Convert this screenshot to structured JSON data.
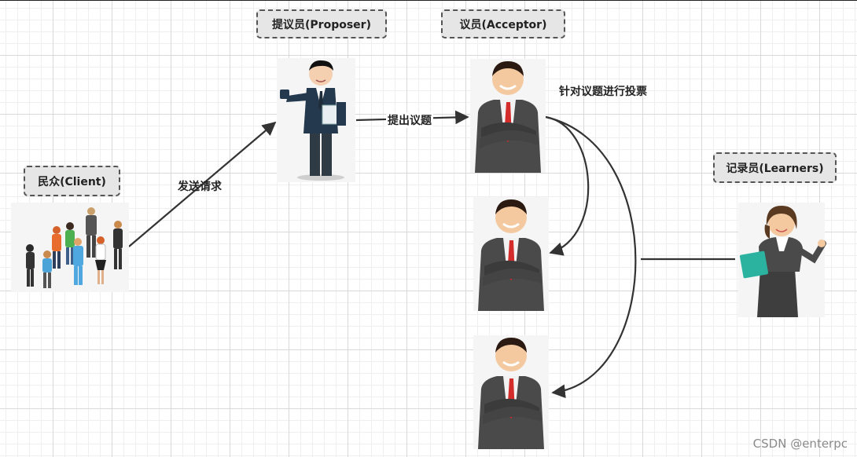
{
  "roles": {
    "proposer": "提议员(Proposer)",
    "acceptor": "议员(Acceptor)",
    "client": "民众(Client)",
    "learners": "记录员(Learners)"
  },
  "edge_labels": {
    "send_request": "发送请求",
    "propose_topic": "提出议题",
    "vote": "针对议题进行投票"
  },
  "watermark": "CSDN @enterpc",
  "colors": {
    "suit": "#4a4a4a",
    "tie": "#d42b2b",
    "proposer_suit": "#24394d",
    "arrow": "#333333",
    "box_bg": "#e6e6e6"
  }
}
